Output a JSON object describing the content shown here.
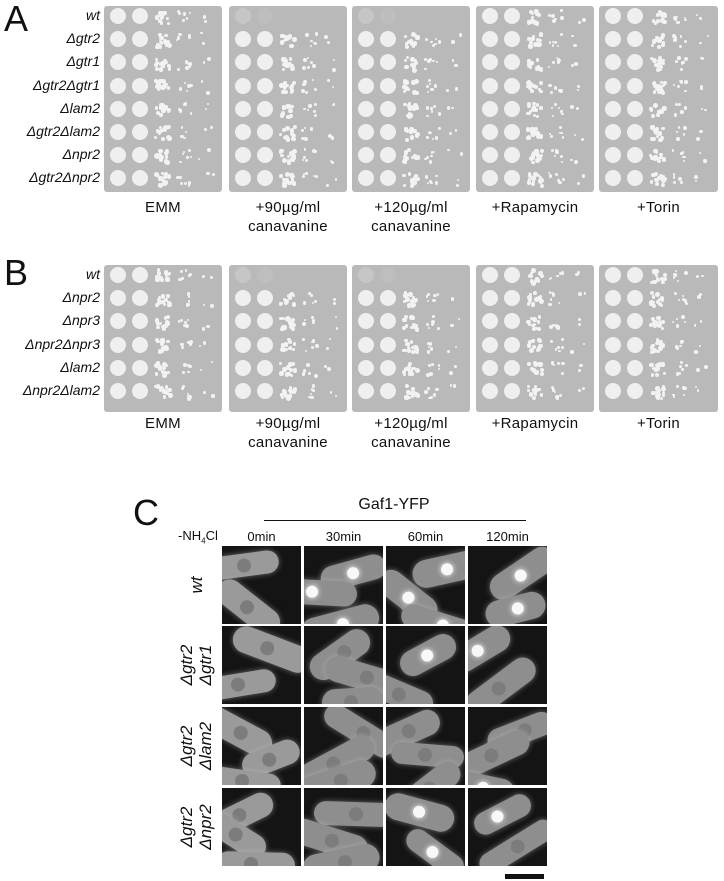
{
  "panelA": {
    "letter": "A",
    "strains": [
      "wt",
      "Δgtr2",
      "Δgtr1",
      "Δgtr2Δgtr1",
      "Δlam2",
      "Δgtr2Δlam2",
      "Δnpr2",
      "Δgtr2Δnpr2"
    ],
    "conditions": [
      {
        "line1": "EMM",
        "line2": ""
      },
      {
        "line1": "+90µg/ml",
        "line2": "canavanine"
      },
      {
        "line1": "+120µg/ml",
        "line2": "canavanine"
      },
      {
        "line1": "+Rapamycin",
        "line2": ""
      },
      {
        "line1": "+Torin",
        "line2": ""
      }
    ]
  },
  "panelB": {
    "letter": "B",
    "strains": [
      "wt",
      "Δnpr2",
      "Δnpr3",
      "Δnpr2Δnpr3",
      "Δlam2",
      "Δnpr2Δlam2"
    ],
    "conditions": [
      {
        "line1": "EMM",
        "line2": ""
      },
      {
        "line1": "+90µg/ml",
        "line2": "canavanine"
      },
      {
        "line1": "+120µg/ml",
        "line2": "canavanine"
      },
      {
        "line1": "+Rapamycin",
        "line2": ""
      },
      {
        "line1": "+Torin",
        "line2": ""
      }
    ]
  },
  "panelC": {
    "letter": "C",
    "title": "Gaf1-YFP",
    "condition_prefix": "-NH",
    "condition_sub": "4",
    "condition_suffix": "Cl",
    "times": [
      "0min",
      "30min",
      "60min",
      "120min"
    ],
    "rows": [
      {
        "line1": "wt",
        "line2": ""
      },
      {
        "line1": "Δgtr2",
        "line2": "Δgtr1"
      },
      {
        "line1": "Δgtr2",
        "line2": "Δlam2"
      },
      {
        "line1": "Δgtr2",
        "line2": "Δnpr2"
      }
    ]
  }
}
